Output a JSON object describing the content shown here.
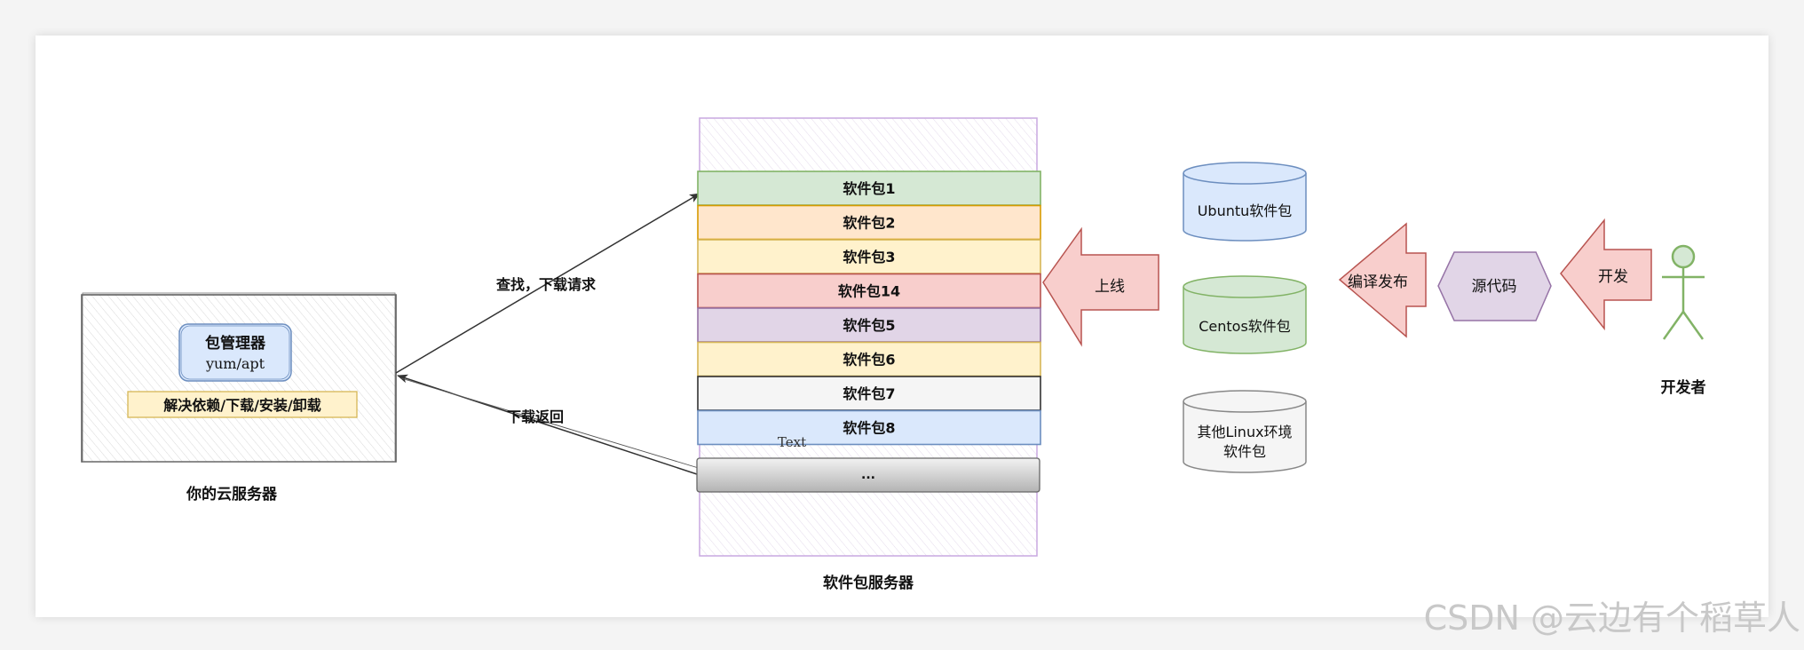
{
  "cloud_server": {
    "title": "你的云服务器",
    "pkg_manager_title": "包管理器",
    "pkg_manager_subtitle": "yum/apt",
    "functions": "解决依赖/下载/安装/卸载"
  },
  "arrows": {
    "request_label": "查找，下载请求",
    "return_label": "下载返回",
    "upload_label": "上线",
    "compile_label": "编译发布",
    "develop_label": "开发"
  },
  "repo_server": {
    "title": "软件包服务器",
    "packages": [
      "软件包1",
      "软件包2",
      "软件包3",
      "软件包14",
      "软件包5",
      "软件包6",
      "软件包7",
      "软件包8"
    ],
    "ellipsis": "...",
    "stray_text": "Text"
  },
  "package_sources": {
    "ubuntu": "Ubuntu软件包",
    "centos": "Centos软件包",
    "other_line1": "其他Linux环境",
    "other_line2": "软件包"
  },
  "source_code": "源代码",
  "developer": "开发者",
  "watermark": "CSDN @云边有个稻草人",
  "colors": {
    "pkg_strokes": [
      "#82b366",
      "#d79b00",
      "#d6b656",
      "#b85450",
      "#9673a6",
      "#d6b656",
      "#333333",
      "#6c8ebf"
    ],
    "pkg_fills": [
      "#d5e8d4",
      "#ffe6cc",
      "#fff2cc",
      "#f8cecc",
      "#e1d5e7",
      "#fff2cc",
      "#f5f5f5",
      "#dae8fc"
    ],
    "server_border": "#c9a8e0",
    "ubuntu": "#6c8ebf",
    "centos": "#82b366",
    "other": "#888888",
    "red_arrow": "#b85450",
    "hexagon": "#9673a6",
    "developer": "#82b366"
  }
}
